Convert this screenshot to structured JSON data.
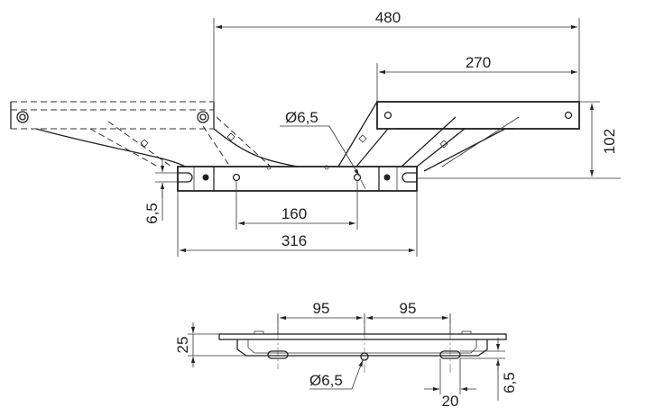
{
  "dimensions": {
    "overall_width": "480",
    "upper_arm_width": "270",
    "lift_height": "102",
    "hole_diameter_top": "Ø6,5",
    "slot_width": "6,5",
    "hole_spacing": "160",
    "base_length": "316",
    "bottom_left_spacing": "95",
    "bottom_right_spacing": "95",
    "bottom_height": "25",
    "bottom_hole_diameter": "Ø6,5",
    "slot_length": "20",
    "bottom_slot_width": "6,5"
  }
}
